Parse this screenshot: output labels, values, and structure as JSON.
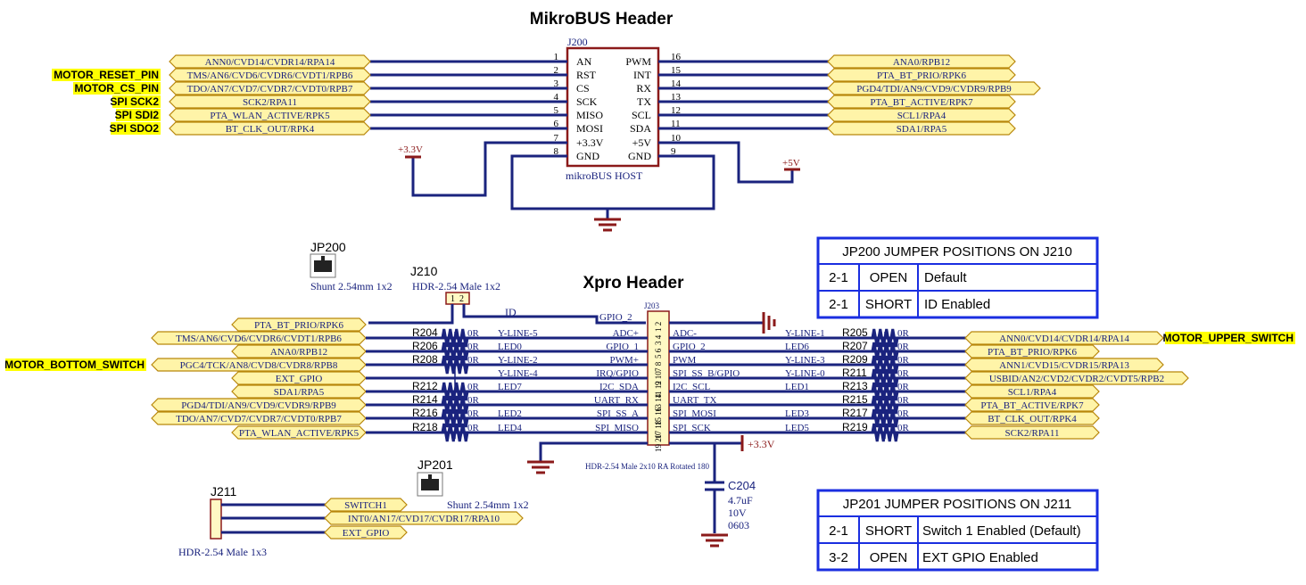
{
  "titles": {
    "mikrobus": "MikroBUS Header",
    "xpro": "Xpro Header"
  },
  "mikrobus": {
    "ref": "J200",
    "part": "mikroBUS HOST",
    "pins_left": [
      {
        "num": "1",
        "name": "AN",
        "net": "ANN0/CVD14/CVDR14/RPA14",
        "note": ""
      },
      {
        "num": "2",
        "name": "RST",
        "net": "TMS/AN6/CVD6/CVDR6/CVDT1/RPB6",
        "note": "MOTOR_RESET_PIN"
      },
      {
        "num": "3",
        "name": "CS",
        "net": "TDO/AN7/CVD7/CVDR7/CVDT0/RPB7",
        "note": "MOTOR_CS_PIN"
      },
      {
        "num": "4",
        "name": "SCK",
        "net": "SCK2/RPA11",
        "note": "SPI SCK2"
      },
      {
        "num": "5",
        "name": "MISO",
        "net": "PTA_WLAN_ACTIVE/RPK5",
        "note": "SPI SDI2"
      },
      {
        "num": "6",
        "name": "MOSI",
        "net": "BT_CLK_OUT/RPK4",
        "note": "SPI SDO2"
      },
      {
        "num": "7",
        "name": "+3.3V",
        "net": "",
        "note": ""
      },
      {
        "num": "8",
        "name": "GND",
        "net": "",
        "note": ""
      }
    ],
    "pins_right": [
      {
        "num": "16",
        "name": "PWM",
        "net": "ANA0/RPB12"
      },
      {
        "num": "15",
        "name": "INT",
        "net": "PTA_BT_PRIO/RPK6"
      },
      {
        "num": "14",
        "name": "RX",
        "net": "PGD4/TDI/AN9/CVD9/CVDR9/RPB9"
      },
      {
        "num": "13",
        "name": "TX",
        "net": "PTA_BT_ACTIVE/RPK7"
      },
      {
        "num": "12",
        "name": "SCL",
        "net": "SCL1/RPA4"
      },
      {
        "num": "11",
        "name": "SDA",
        "net": "SDA1/RPA5"
      },
      {
        "num": "10",
        "name": "+5V",
        "net": ""
      },
      {
        "num": "9",
        "name": "GND",
        "net": ""
      }
    ],
    "pwr_33": "+3.3V",
    "pwr_5": "+5V"
  },
  "jp200": {
    "name": "JP200",
    "desc": "Shunt 2.54mm 1x2"
  },
  "j210": {
    "name": "J210",
    "desc": "HDR-2.54 Male 1x2",
    "pin1": "1",
    "pin2": "2",
    "net": "ID"
  },
  "xpro": {
    "ref": "J203",
    "part": "HDR-2.54 Male 2x10 RA Rotated 180",
    "pwr": "+3.3V",
    "left_rows": [
      {
        "net": "PTA_BT_PRIO/RPK6",
        "res": "",
        "ohm": "",
        "sig": "",
        "func": "",
        "pin": "2"
      },
      {
        "net": "TMS/AN6/CVD6/CVDR6/CVDT1/RPB6",
        "res": "R204",
        "ohm": "0R",
        "sig": "Y-LINE-5",
        "func": "ADC+",
        "pin": "3"
      },
      {
        "net": "ANA0/RPB12",
        "res": "R206",
        "ohm": "0R",
        "sig": "LED0",
        "func": "GPIO_1",
        "pin": "5"
      },
      {
        "net": "PGC4/TCK/AN8/CVD8/CVDR8/RPB8",
        "res": "R208",
        "ohm": "0R",
        "sig": "Y-LINE-2",
        "func": "PWM+",
        "pin": "7",
        "note": "MOTOR_BOTTOM_SWITCH"
      },
      {
        "net": "EXT_GPIO",
        "res": "",
        "ohm": "",
        "sig": "Y-LINE-4",
        "func": "IRQ/GPIO",
        "pin": "9"
      },
      {
        "net": "SDA1/RPA5",
        "res": "R212",
        "ohm": "0R",
        "sig": "LED7",
        "func": "I2C_SDA",
        "pin": "11"
      },
      {
        "net": "PGD4/TDI/AN9/CVD9/CVDR9/RPB9",
        "res": "R214",
        "ohm": "0R",
        "sig": "",
        "func": "UART_RX",
        "pin": "13"
      },
      {
        "net": "TDO/AN7/CVD7/CVDR7/CVDT0/RPB7",
        "res": "R216",
        "ohm": "0R",
        "sig": "LED2",
        "func": "SPI_SS_A",
        "pin": "15"
      },
      {
        "net": "PTA_WLAN_ACTIVE/RPK5",
        "res": "R218",
        "ohm": "0R",
        "sig": "LED4",
        "func": "SPI_MISO",
        "pin": "17"
      }
    ],
    "right_rows": [
      {
        "func": "ADC-",
        "sig": "Y-LINE-1",
        "res": "R205",
        "ohm": "0R",
        "net": "ANN0/CVD14/CVDR14/RPA14",
        "note": "MOTOR_UPPER_SWITCH"
      },
      {
        "func": "GPIO_2",
        "sig": "LED6",
        "res": "R207",
        "ohm": "0R",
        "net": "PTA_BT_PRIO/RPK6"
      },
      {
        "func": "PWM",
        "sig": "Y-LINE-3",
        "res": "R209",
        "ohm": "0R",
        "net": "ANN1/CVD15/CVDR15/RPA13"
      },
      {
        "func": "SPI_SS_B/GPIO",
        "sig": "Y-LINE-0",
        "res": "R211",
        "ohm": "0R",
        "net": "USBID/AN2/CVD2/CVDR2/CVDT5/RPB2"
      },
      {
        "func": "I2C_SCL",
        "sig": "LED1",
        "res": "R213",
        "ohm": "0R",
        "net": "SCL1/RPA4"
      },
      {
        "func": "UART_TX",
        "sig": "",
        "res": "R215",
        "ohm": "0R",
        "net": "PTA_BT_ACTIVE/RPK7"
      },
      {
        "func": "SPI_MOSI",
        "sig": "LED3",
        "res": "R217",
        "ohm": "0R",
        "net": "BT_CLK_OUT/RPK4"
      },
      {
        "func": "SPI_SCK",
        "sig": "LED5",
        "res": "R219",
        "ohm": "0R",
        "net": "SCK2/RPA11"
      }
    ],
    "gpio2_top": "GPIO_2"
  },
  "jp201": {
    "name": "JP201",
    "desc": "Shunt 2.54mm 1x2"
  },
  "j211": {
    "name": "J211",
    "desc": "HDR-2.54 Male 1x3",
    "nets": [
      "SWITCH1",
      "INT0/AN17/CVD17/CVDR17/RPA10",
      "EXT_GPIO"
    ]
  },
  "c204": {
    "ref": "C204",
    "val": "4.7uF",
    "volt": "10V",
    "pkg": "0603"
  },
  "table_jp200": {
    "title": "JP200 JUMPER POSITIONS ON J210",
    "rows": [
      {
        "pos": "2-1",
        "state": "OPEN",
        "desc": "Default"
      },
      {
        "pos": "2-1",
        "state": "SHORT",
        "desc": "ID Enabled"
      }
    ]
  },
  "table_jp201": {
    "title": "JP201 JUMPER POSITIONS ON J211",
    "rows": [
      {
        "pos": "2-1",
        "state": "SHORT",
        "desc": "Switch 1 Enabled (Default)"
      },
      {
        "pos": "3-2",
        "state": "OPEN",
        "desc": "EXT GPIO Enabled"
      }
    ]
  },
  "colors": {
    "wire": "#1a237e",
    "body": "#8b1a1a",
    "flag_fill": "#fff4a8",
    "flag_stroke": "#b8860b",
    "note_bg": "#ffff00",
    "power": "#8b1a1a",
    "table": "#1a2ee0"
  }
}
